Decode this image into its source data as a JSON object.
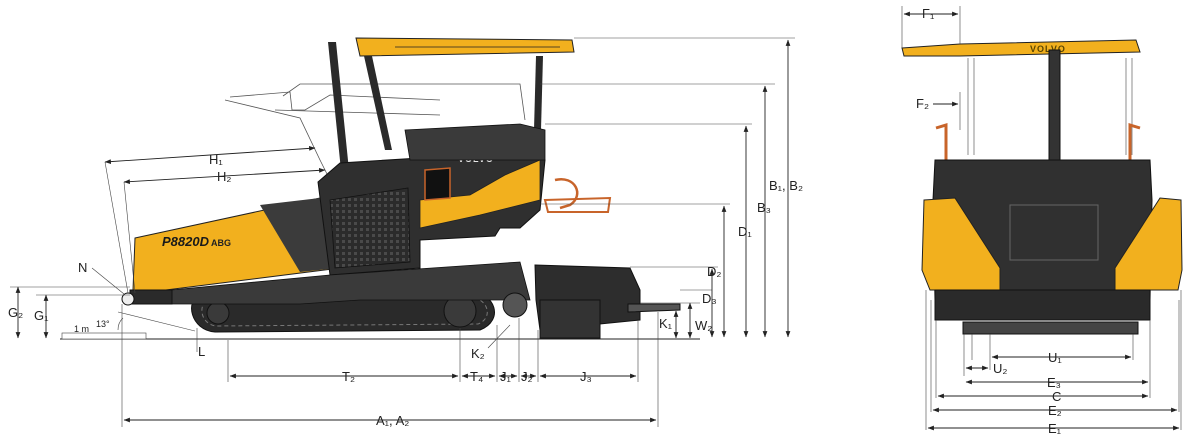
{
  "colors": {
    "machine_yellow": "#F2B01E",
    "machine_dark": "#3a3a3a",
    "machine_black": "#1e1e1e",
    "rail_orange": "#C8642A",
    "line": "#222222"
  },
  "side_view": {
    "model_label": "P8820D",
    "model_suffix": "ABG",
    "brand": "VOLVO",
    "angle_label": "13°",
    "scale_label": "1 m",
    "labels": {
      "H1": "H₁",
      "H2": "H₂",
      "N": "N",
      "G2": "G₂",
      "G1": "G₁",
      "L": "L",
      "K2": "K₂",
      "K1": "K₁",
      "W2": "W₂",
      "T2": "T₂",
      "T4": "T₄",
      "J1": "J₁",
      "J2": "J₂",
      "J3": "J₃",
      "A": "A₁, A₂",
      "B12": "B₁, B₂",
      "B3": "B₃",
      "D1": "D₁",
      "D2": "D₂",
      "D3": "D₃"
    }
  },
  "rear_view": {
    "brand": "VOLVO",
    "labels": {
      "F1": "F₁",
      "F2": "F₂",
      "U1": "U₁",
      "U2": "U₂",
      "E3": "E₃",
      "C": "C",
      "E2": "E₂",
      "E1": "E₁"
    }
  }
}
